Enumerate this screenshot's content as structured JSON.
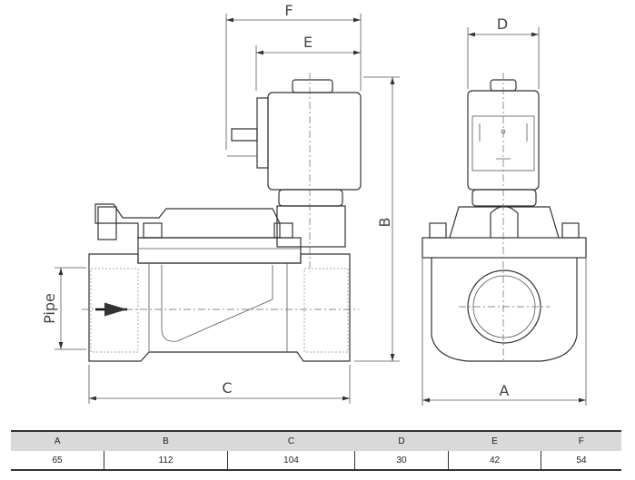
{
  "drawing": {
    "dimension_labels": {
      "A": "A",
      "B": "B",
      "C": "C",
      "D": "D",
      "E": "E",
      "F": "F",
      "pipe": "Pipe"
    }
  },
  "table": {
    "headers": [
      "A",
      "B",
      "C",
      "D",
      "E",
      "F"
    ],
    "values": [
      "65",
      "112",
      "104",
      "30",
      "42",
      "54"
    ]
  }
}
